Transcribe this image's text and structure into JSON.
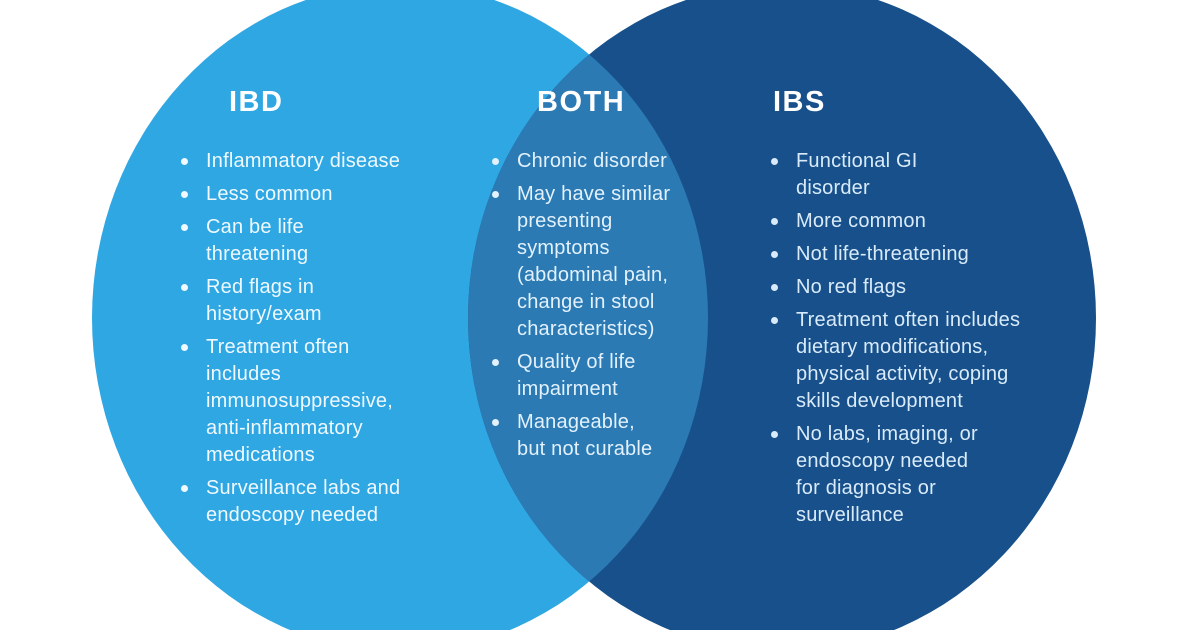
{
  "venn": {
    "type": "venn-diagram-2-sets",
    "colors": {
      "background": "#FFFFFF",
      "left_circle": "#2FA7E3",
      "right_circle": "#17508A",
      "overlap": "#2B7AB4",
      "heading_text": "#FFFFFF",
      "left_body_text": "#EFF9FF",
      "overlap_body_text": "#E2F1FC",
      "right_body_text": "#D9EBFA"
    },
    "left": {
      "title": "IBD",
      "items": [
        "Inflammatory disease",
        "Less common",
        "Can be life\nthreatening",
        "Red flags in\nhistory/exam",
        "Treatment often\nincludes\nimmunosuppressive,\nanti-inflammatory\nmedications",
        "Surveillance labs and\nendoscopy needed"
      ]
    },
    "middle": {
      "title": "BOTH",
      "items": [
        "Chronic disorder",
        "May have similar\npresenting\nsymptoms\n(abdominal pain,\nchange in stool\ncharacteristics)",
        "Quality of life\nimpairment",
        "Manageable,\nbut not curable"
      ]
    },
    "right": {
      "title": "IBS",
      "items": [
        "Functional GI\ndisorder",
        "More common",
        "Not life-threatening",
        "No red flags",
        "Treatment often includes\ndietary modifications,\nphysical activity, coping\nskills development",
        "No labs, imaging, or\nendoscopy needed\nfor diagnosis or\nsurveillance"
      ]
    }
  }
}
